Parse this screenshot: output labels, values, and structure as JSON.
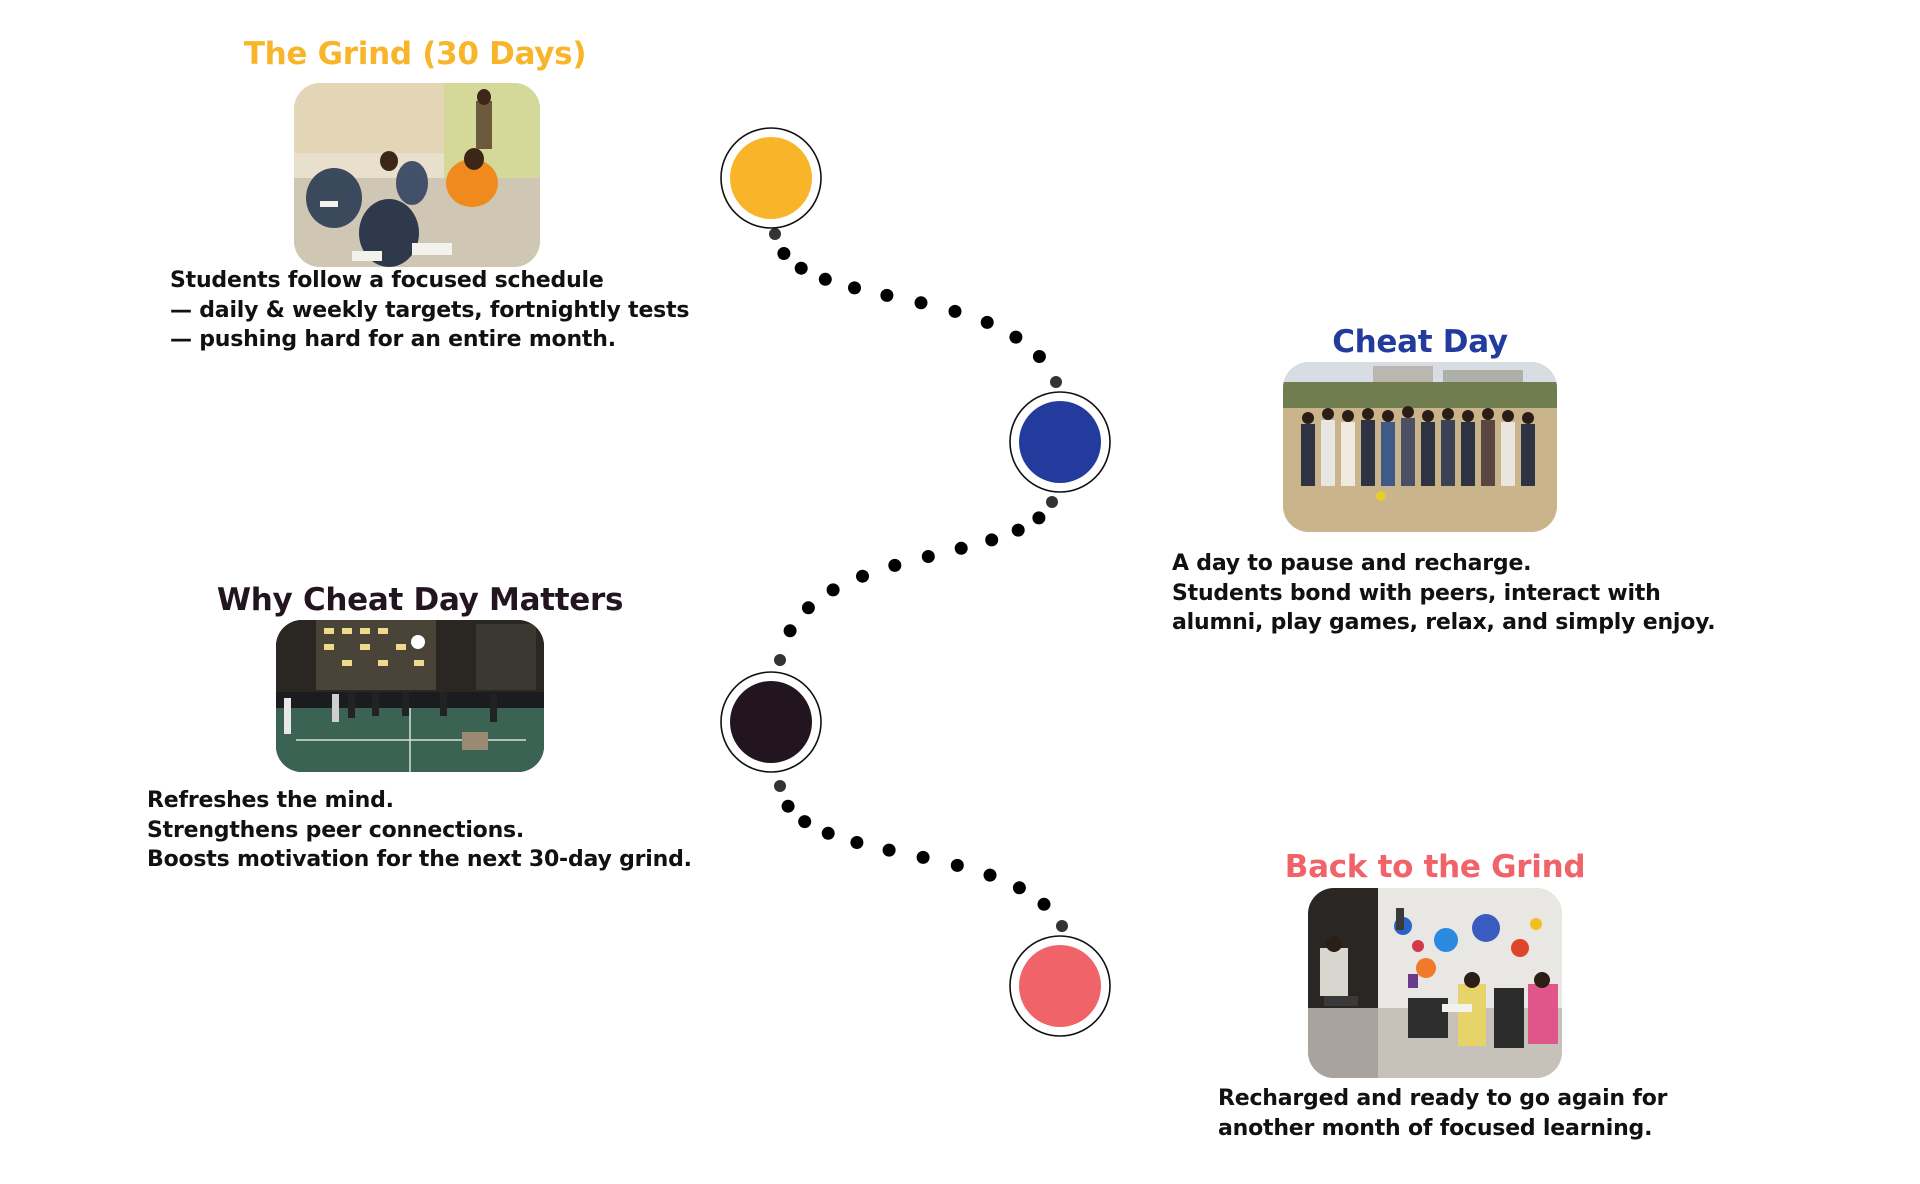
{
  "stages": [
    {
      "id": "grind",
      "title": "The Grind (30 Days)",
      "color": "#f9b529",
      "photo": "students-writing-exam-photo",
      "description": [
        "Students follow a focused schedule",
        " — daily & weekly targets, fortnightly tests",
        " — pushing hard for an entire month."
      ]
    },
    {
      "id": "cheat-day",
      "title": "Cheat Day",
      "color": "#233b9c",
      "photo": "group-outdoor-photo",
      "description": [
        "A day to pause and recharge.",
        "Students bond with peers, interact with",
        "alumni, play games, relax, and simply enjoy."
      ]
    },
    {
      "id": "why-cheat-day",
      "title": "Why Cheat Day Matters",
      "color": "#231520",
      "photo": "night-sports-court-photo",
      "description": [
        "Refreshes the mind.",
        "Strengthens peer connections.",
        "Boosts motivation for the next 30-day grind."
      ]
    },
    {
      "id": "back-to-grind",
      "title": "Back to the Grind",
      "color": "#f06368",
      "photo": "classroom-study-photo",
      "description": [
        "Recharged and ready to go again for",
        "another month of focused learning."
      ]
    }
  ],
  "connector": {
    "style": "dotted",
    "dot_color": "#000000"
  }
}
